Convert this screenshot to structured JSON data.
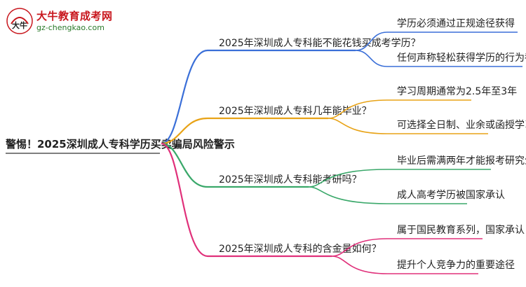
{
  "logo": {
    "name": "大牛教育成考网",
    "url": "gz-chengkao.com",
    "mark_text": "大牛"
  },
  "mindmap": {
    "root": "警惕！2025深圳成人专科学历买卖骗局风险警示",
    "branches": [
      {
        "label": "2025年深圳成人专科能不能花钱买成考学历？",
        "color": "#3a6fd8",
        "children": [
          "学历必须通过正规途径获得",
          "任何声称轻松获得学历的行为都是诈骗"
        ]
      },
      {
        "label": "2025年深圳成人专科几年能毕业？",
        "color": "#e8a317",
        "children": [
          "学习周期通常为2.5年至3年",
          "可选择全日制、业余或函授学习方式"
        ]
      },
      {
        "label": "2025年深圳成人专科能考研吗？",
        "color": "#3aa86a",
        "children": [
          "毕业后需满两年才能报考研究生",
          "成人高考学历被国家承认"
        ]
      },
      {
        "label": "2025年深圳成人专科的含金量如何？",
        "color": "#e0307a",
        "children": [
          "属于国民教育系列，国家承认",
          "提升个人竞争力的重要途径"
        ]
      }
    ]
  }
}
